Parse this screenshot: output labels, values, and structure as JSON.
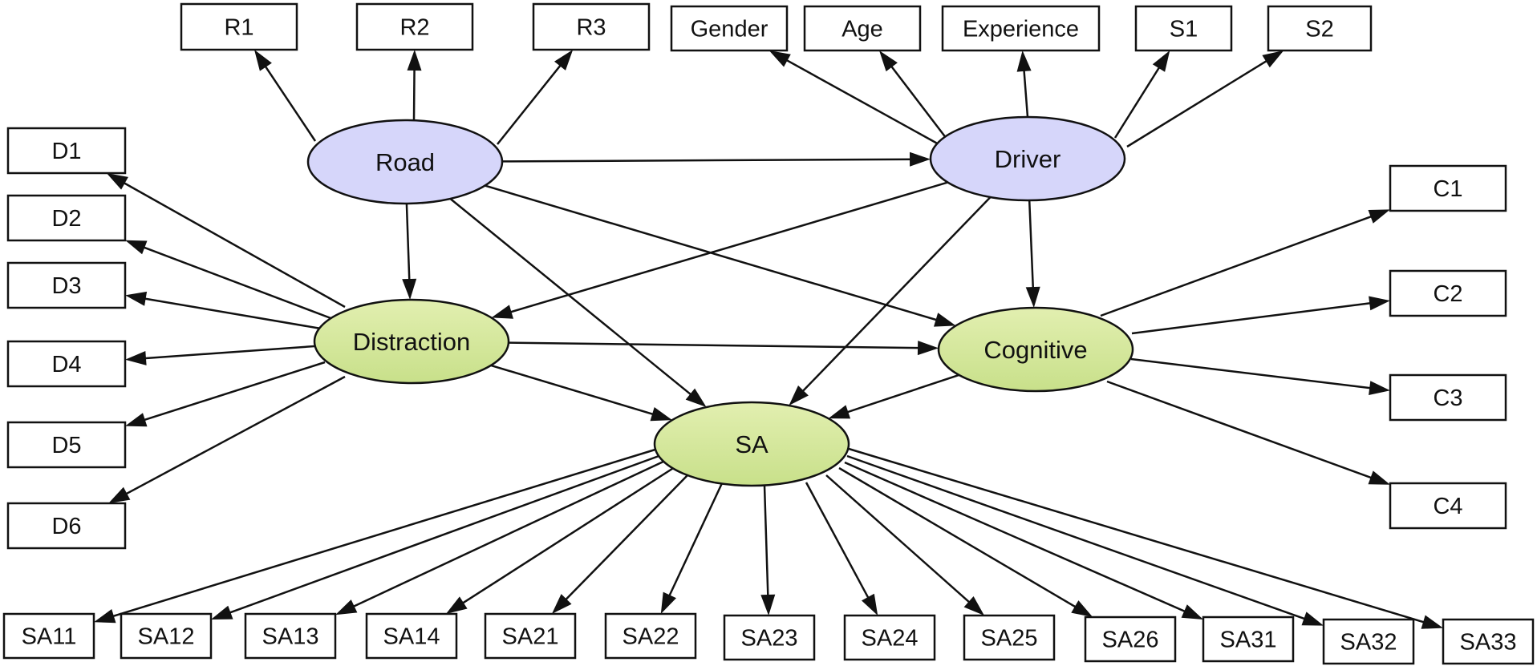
{
  "diagram": {
    "colors": {
      "structural": "#d6d6fa",
      "endogenous_top": "#e2efb0",
      "endogenous_bottom": "#c8e08a",
      "stroke": "#111111"
    },
    "latent": [
      {
        "id": "road",
        "label": "Road",
        "kind": "structural"
      },
      {
        "id": "driver",
        "label": "Driver",
        "kind": "structural"
      },
      {
        "id": "distraction",
        "label": "Distraction",
        "kind": "endogenous"
      },
      {
        "id": "cognitive",
        "label": "Cognitive",
        "kind": "endogenous"
      },
      {
        "id": "sa",
        "label": "SA",
        "kind": "endogenous"
      }
    ],
    "indicators": [
      {
        "id": "R1",
        "label": "R1"
      },
      {
        "id": "R2",
        "label": "R2"
      },
      {
        "id": "R3",
        "label": "R3"
      },
      {
        "id": "Gender",
        "label": "Gender"
      },
      {
        "id": "Age",
        "label": "Age"
      },
      {
        "id": "Experience",
        "label": "Experience"
      },
      {
        "id": "S1",
        "label": "S1"
      },
      {
        "id": "S2",
        "label": "S2"
      },
      {
        "id": "D1",
        "label": "D1"
      },
      {
        "id": "D2",
        "label": "D2"
      },
      {
        "id": "D3",
        "label": "D3"
      },
      {
        "id": "D4",
        "label": "D4"
      },
      {
        "id": "D5",
        "label": "D5"
      },
      {
        "id": "D6",
        "label": "D6"
      },
      {
        "id": "C1",
        "label": "C1"
      },
      {
        "id": "C2",
        "label": "C2"
      },
      {
        "id": "C3",
        "label": "C3"
      },
      {
        "id": "C4",
        "label": "C4"
      },
      {
        "id": "SA11",
        "label": "SA11"
      },
      {
        "id": "SA12",
        "label": "SA12"
      },
      {
        "id": "SA13",
        "label": "SA13"
      },
      {
        "id": "SA14",
        "label": "SA14"
      },
      {
        "id": "SA21",
        "label": "SA21"
      },
      {
        "id": "SA22",
        "label": "SA22"
      },
      {
        "id": "SA23",
        "label": "SA23"
      },
      {
        "id": "SA24",
        "label": "SA24"
      },
      {
        "id": "SA25",
        "label": "SA25"
      },
      {
        "id": "SA26",
        "label": "SA26"
      },
      {
        "id": "SA31",
        "label": "SA31"
      },
      {
        "id": "SA32",
        "label": "SA32"
      },
      {
        "id": "SA33",
        "label": "SA33"
      }
    ],
    "edges": [
      {
        "from": "road",
        "to": "R1"
      },
      {
        "from": "road",
        "to": "R2"
      },
      {
        "from": "road",
        "to": "R3"
      },
      {
        "from": "road",
        "to": "driver"
      },
      {
        "from": "road",
        "to": "distraction"
      },
      {
        "from": "road",
        "to": "cognitive"
      },
      {
        "from": "road",
        "to": "sa"
      },
      {
        "from": "driver",
        "to": "Gender"
      },
      {
        "from": "driver",
        "to": "Age"
      },
      {
        "from": "driver",
        "to": "Experience"
      },
      {
        "from": "driver",
        "to": "S1"
      },
      {
        "from": "driver",
        "to": "S2"
      },
      {
        "from": "driver",
        "to": "distraction"
      },
      {
        "from": "driver",
        "to": "cognitive"
      },
      {
        "from": "driver",
        "to": "sa"
      },
      {
        "from": "distraction",
        "to": "D1"
      },
      {
        "from": "distraction",
        "to": "D2"
      },
      {
        "from": "distraction",
        "to": "D3"
      },
      {
        "from": "distraction",
        "to": "D4"
      },
      {
        "from": "distraction",
        "to": "D5"
      },
      {
        "from": "distraction",
        "to": "D6"
      },
      {
        "from": "distraction",
        "to": "cognitive"
      },
      {
        "from": "distraction",
        "to": "sa"
      },
      {
        "from": "cognitive",
        "to": "C1"
      },
      {
        "from": "cognitive",
        "to": "C2"
      },
      {
        "from": "cognitive",
        "to": "C3"
      },
      {
        "from": "cognitive",
        "to": "C4"
      },
      {
        "from": "cognitive",
        "to": "sa"
      },
      {
        "from": "sa",
        "to": "SA11"
      },
      {
        "from": "sa",
        "to": "SA12"
      },
      {
        "from": "sa",
        "to": "SA13"
      },
      {
        "from": "sa",
        "to": "SA14"
      },
      {
        "from": "sa",
        "to": "SA21"
      },
      {
        "from": "sa",
        "to": "SA22"
      },
      {
        "from": "sa",
        "to": "SA23"
      },
      {
        "from": "sa",
        "to": "SA24"
      },
      {
        "from": "sa",
        "to": "SA25"
      },
      {
        "from": "sa",
        "to": "SA26"
      },
      {
        "from": "sa",
        "to": "SA31"
      },
      {
        "from": "sa",
        "to": "SA32"
      },
      {
        "from": "sa",
        "to": "SA33"
      }
    ]
  }
}
